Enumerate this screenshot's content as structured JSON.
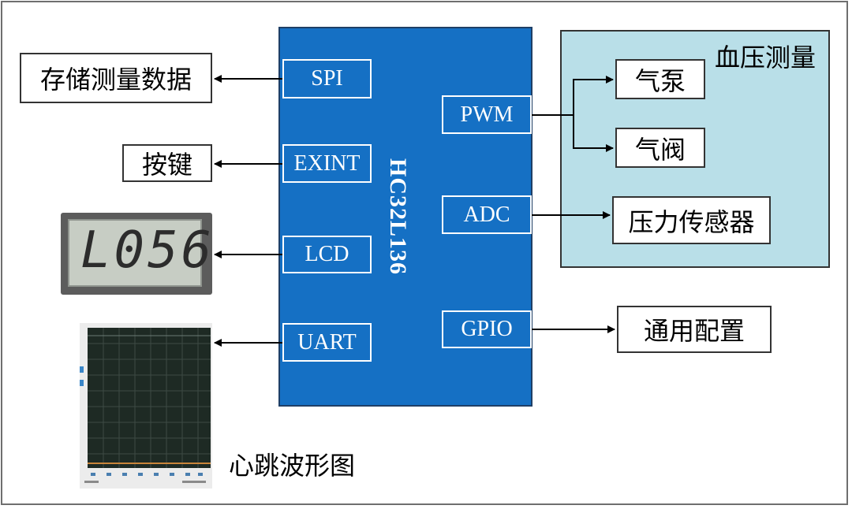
{
  "chip": {
    "name": "HC32L136",
    "color": "#1570c4"
  },
  "ports_left": [
    {
      "label": "SPI"
    },
    {
      "label": "EXINT"
    },
    {
      "label": "LCD"
    },
    {
      "label": "UART"
    }
  ],
  "ports_right": [
    {
      "label": "PWM"
    },
    {
      "label": "ADC"
    },
    {
      "label": "GPIO"
    }
  ],
  "left_targets": {
    "storage": "存储测量数据",
    "keys": "按键",
    "lcd_display": "L056",
    "waveform_caption": "心跳波形图"
  },
  "bp_group": {
    "title": "血压测量",
    "pump": "气泵",
    "valve": "气阀",
    "sensor": "压力传感器",
    "color": "#b9dfe8"
  },
  "gpio_target": "通用配置"
}
